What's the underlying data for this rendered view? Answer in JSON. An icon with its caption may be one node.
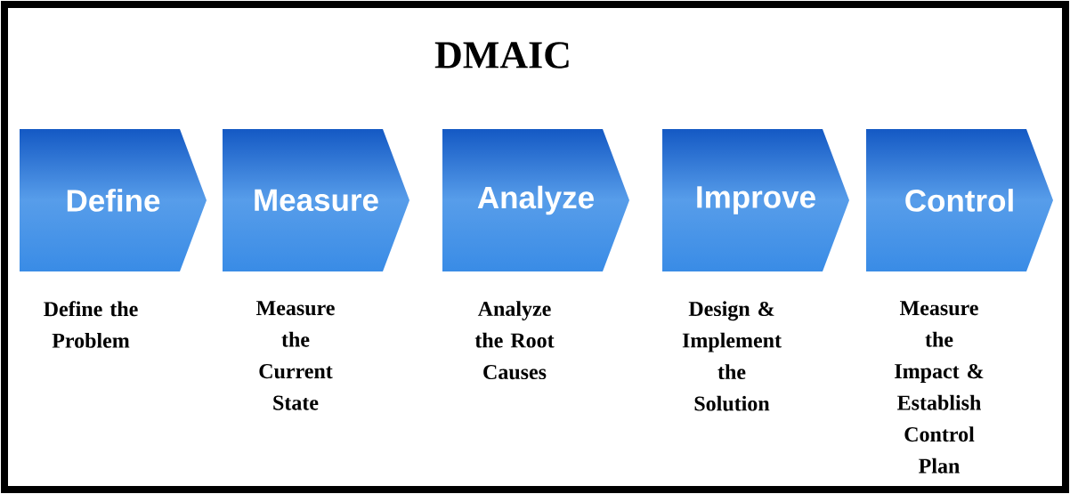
{
  "diagram": {
    "title": "DMAIC",
    "nodes": [
      {
        "text": [
          "Define"
        ]
      },
      {
        "text": [
          "Measure"
        ]
      },
      {
        "text": [
          "Analyze"
        ]
      },
      {
        "text": [
          "Improve"
        ]
      },
      {
        "text": [
          "Control"
        ]
      }
    ],
    "labels": [
      "Define the Problem",
      "Measure the Current State",
      "Analyze the Root Causes",
      "Design & Implement the Solution",
      "Measure the Impact & Establish Control Plan"
    ]
  }
}
